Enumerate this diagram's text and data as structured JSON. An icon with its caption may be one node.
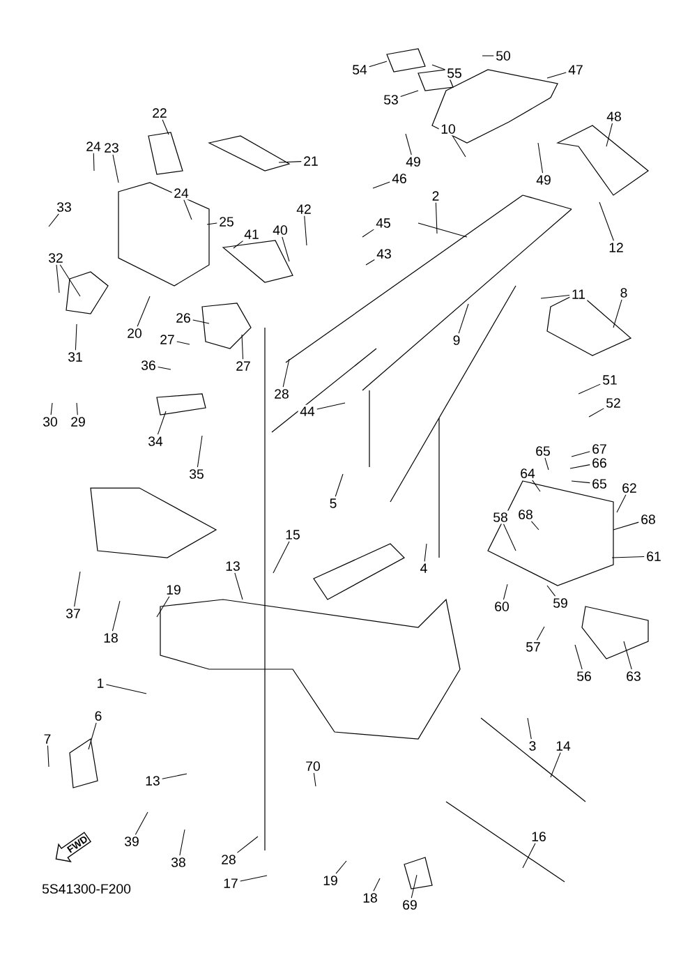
{
  "diagram": {
    "nodes": [
      {
        "text": [
          "50"
        ]
      },
      {
        "text": [
          "54"
        ]
      },
      {
        "text": [
          "55"
        ]
      },
      {
        "text": [
          "47"
        ]
      },
      {
        "text": [
          "53"
        ]
      },
      {
        "text": [
          "49"
        ]
      },
      {
        "text": [
          "48"
        ]
      },
      {
        "text": [
          "10"
        ]
      },
      {
        "text": [
          "49"
        ]
      },
      {
        "text": [
          "22"
        ]
      },
      {
        "text": [
          "24"
        ]
      },
      {
        "text": [
          "23"
        ]
      },
      {
        "text": [
          "21"
        ]
      },
      {
        "text": [
          "46"
        ]
      },
      {
        "text": [
          "2"
        ]
      },
      {
        "text": [
          "24"
        ]
      },
      {
        "text": [
          "25"
        ]
      },
      {
        "text": [
          "42"
        ]
      },
      {
        "text": [
          "41"
        ]
      },
      {
        "text": [
          "40"
        ]
      },
      {
        "text": [
          "45"
        ]
      },
      {
        "text": [
          "43"
        ]
      },
      {
        "text": [
          "12"
        ]
      },
      {
        "text": [
          "33"
        ]
      },
      {
        "text": [
          "32"
        ]
      },
      {
        "text": [
          "11"
        ]
      },
      {
        "text": [
          "8"
        ]
      },
      {
        "text": [
          "26"
        ]
      },
      {
        "text": [
          "9"
        ]
      },
      {
        "text": [
          "27"
        ]
      },
      {
        "text": [
          "27"
        ]
      },
      {
        "text": [
          "20"
        ]
      },
      {
        "text": [
          "31"
        ]
      },
      {
        "text": [
          "36"
        ]
      },
      {
        "text": [
          "28"
        ]
      },
      {
        "text": [
          "51"
        ]
      },
      {
        "text": [
          "52"
        ]
      },
      {
        "text": [
          "44"
        ]
      },
      {
        "text": [
          "29"
        ]
      },
      {
        "text": [
          "30"
        ]
      },
      {
        "text": [
          "34"
        ]
      },
      {
        "text": [
          "35"
        ]
      },
      {
        "text": [
          "65"
        ]
      },
      {
        "text": [
          "67"
        ]
      },
      {
        "text": [
          "66"
        ]
      },
      {
        "text": [
          "64"
        ]
      },
      {
        "text": [
          "5"
        ]
      },
      {
        "text": [
          "65"
        ]
      },
      {
        "text": [
          "62"
        ]
      },
      {
        "text": [
          "15"
        ]
      },
      {
        "text": [
          "58"
        ]
      },
      {
        "text": [
          "68"
        ]
      },
      {
        "text": [
          "68"
        ]
      },
      {
        "text": [
          "61"
        ]
      },
      {
        "text": [
          "4"
        ]
      },
      {
        "text": [
          "13"
        ]
      },
      {
        "text": [
          "19"
        ]
      },
      {
        "text": [
          "60"
        ]
      },
      {
        "text": [
          "59"
        ]
      },
      {
        "text": [
          "37"
        ]
      },
      {
        "text": [
          "18"
        ]
      },
      {
        "text": [
          "57"
        ]
      },
      {
        "text": [
          "56"
        ]
      },
      {
        "text": [
          "63"
        ]
      },
      {
        "text": [
          "1"
        ]
      },
      {
        "text": [
          "3"
        ]
      },
      {
        "text": [
          "14"
        ]
      },
      {
        "text": [
          "6"
        ]
      },
      {
        "text": [
          "7"
        ]
      },
      {
        "text": [
          "70"
        ]
      },
      {
        "text": [
          "13"
        ]
      },
      {
        "text": [
          "16"
        ]
      },
      {
        "text": [
          "39"
        ]
      },
      {
        "text": [
          "28"
        ]
      },
      {
        "text": [
          "38"
        ]
      },
      {
        "text": [
          "19"
        ]
      },
      {
        "text": [
          "17"
        ]
      },
      {
        "text": [
          "18"
        ]
      },
      {
        "text": [
          "69"
        ]
      }
    ],
    "edges": [
      {
        "from": 0,
        "to": null,
        "arrow": "none"
      },
      {
        "from": 1,
        "to": null,
        "arrow": "none"
      },
      {
        "from": 2,
        "to": null,
        "arrow": "none"
      },
      {
        "from": 3,
        "to": null,
        "arrow": "none"
      },
      {
        "from": 4,
        "to": null,
        "arrow": "none"
      },
      {
        "from": 5,
        "to": null,
        "arrow": "none"
      },
      {
        "from": 6,
        "to": null,
        "arrow": "none"
      },
      {
        "from": 7,
        "to": null,
        "arrow": "none"
      },
      {
        "from": 8,
        "to": null,
        "arrow": "none"
      },
      {
        "from": 9,
        "to": null,
        "arrow": "none"
      },
      {
        "from": 10,
        "to": null,
        "arrow": "none"
      },
      {
        "from": 11,
        "to": null,
        "arrow": "none"
      },
      {
        "from": 12,
        "to": null,
        "arrow": "none"
      },
      {
        "from": 13,
        "to": null,
        "arrow": "none"
      },
      {
        "from": 14,
        "to": null,
        "arrow": "none"
      },
      {
        "from": 15,
        "to": null,
        "arrow": "none"
      },
      {
        "from": 16,
        "to": null,
        "arrow": "none"
      },
      {
        "from": 17,
        "to": null,
        "arrow": "none"
      },
      {
        "from": 18,
        "to": null,
        "arrow": "none"
      },
      {
        "from": 19,
        "to": null,
        "arrow": "none"
      },
      {
        "from": 20,
        "to": null,
        "arrow": "none"
      },
      {
        "from": 21,
        "to": null,
        "arrow": "none"
      },
      {
        "from": 22,
        "to": null,
        "arrow": "none"
      },
      {
        "from": 23,
        "to": null,
        "arrow": "none"
      },
      {
        "from": 24,
        "to": null,
        "arrow": "none"
      },
      {
        "from": 24,
        "to": null,
        "arrow": "none"
      },
      {
        "from": 25,
        "to": null,
        "arrow": "none"
      },
      {
        "from": 26,
        "to": null,
        "arrow": "none"
      },
      {
        "from": 27,
        "to": null,
        "arrow": "none"
      },
      {
        "from": 28,
        "to": null,
        "arrow": "none"
      },
      {
        "from": 29,
        "to": null,
        "arrow": "none"
      },
      {
        "from": 30,
        "to": null,
        "arrow": "none"
      },
      {
        "from": 31,
        "to": null,
        "arrow": "none"
      },
      {
        "from": 32,
        "to": null,
        "arrow": "none"
      },
      {
        "from": 33,
        "to": null,
        "arrow": "none"
      },
      {
        "from": 34,
        "to": null,
        "arrow": "none"
      },
      {
        "from": 35,
        "to": null,
        "arrow": "none"
      },
      {
        "from": 36,
        "to": null,
        "arrow": "none"
      },
      {
        "from": 37,
        "to": null,
        "arrow": "none"
      },
      {
        "from": 38,
        "to": null,
        "arrow": "none"
      },
      {
        "from": 39,
        "to": null,
        "arrow": "none"
      },
      {
        "from": 40,
        "to": null,
        "arrow": "none"
      },
      {
        "from": 41,
        "to": null,
        "arrow": "none"
      },
      {
        "from": 42,
        "to": null,
        "arrow": "none"
      },
      {
        "from": 43,
        "to": null,
        "arrow": "none"
      },
      {
        "from": 44,
        "to": null,
        "arrow": "none"
      },
      {
        "from": 45,
        "to": null,
        "arrow": "none"
      },
      {
        "from": 46,
        "to": null,
        "arrow": "none"
      },
      {
        "from": 47,
        "to": null,
        "arrow": "none"
      },
      {
        "from": 48,
        "to": null,
        "arrow": "none"
      },
      {
        "from": 49,
        "to": null,
        "arrow": "none"
      },
      {
        "from": 50,
        "to": null,
        "arrow": "none"
      },
      {
        "from": 51,
        "to": null,
        "arrow": "none"
      },
      {
        "from": 52,
        "to": null,
        "arrow": "none"
      },
      {
        "from": 53,
        "to": null,
        "arrow": "none"
      },
      {
        "from": 54,
        "to": null,
        "arrow": "none"
      },
      {
        "from": 55,
        "to": null,
        "arrow": "none"
      },
      {
        "from": 56,
        "to": null,
        "arrow": "none"
      },
      {
        "from": 57,
        "to": null,
        "arrow": "none"
      },
      {
        "from": 58,
        "to": null,
        "arrow": "none"
      },
      {
        "from": 59,
        "to": null,
        "arrow": "none"
      },
      {
        "from": 60,
        "to": null,
        "arrow": "none"
      },
      {
        "from": 61,
        "to": null,
        "arrow": "none"
      },
      {
        "from": 62,
        "to": null,
        "arrow": "none"
      },
      {
        "from": 63,
        "to": null,
        "arrow": "none"
      },
      {
        "from": 64,
        "to": null,
        "arrow": "none"
      },
      {
        "from": 65,
        "to": null,
        "arrow": "none"
      },
      {
        "from": 66,
        "to": null,
        "arrow": "none"
      },
      {
        "from": 67,
        "to": null,
        "arrow": "none"
      },
      {
        "from": 68,
        "to": null,
        "arrow": "none"
      },
      {
        "from": 69,
        "to": null,
        "arrow": "none"
      },
      {
        "from": 70,
        "to": null,
        "arrow": "none"
      },
      {
        "from": 71,
        "to": null,
        "arrow": "none"
      },
      {
        "from": 72,
        "to": null,
        "arrow": "none"
      },
      {
        "from": 73,
        "to": null,
        "arrow": "none"
      },
      {
        "from": 74,
        "to": null,
        "arrow": "none"
      },
      {
        "from": 75,
        "to": null,
        "arrow": "none"
      },
      {
        "from": 76,
        "to": null,
        "arrow": "none"
      },
      {
        "from": 77,
        "to": null,
        "arrow": "none"
      },
      {
        "from": 78,
        "to": null,
        "arrow": "none"
      }
    ],
    "labels": [
      "FWD",
      "5S41300-F200"
    ]
  }
}
